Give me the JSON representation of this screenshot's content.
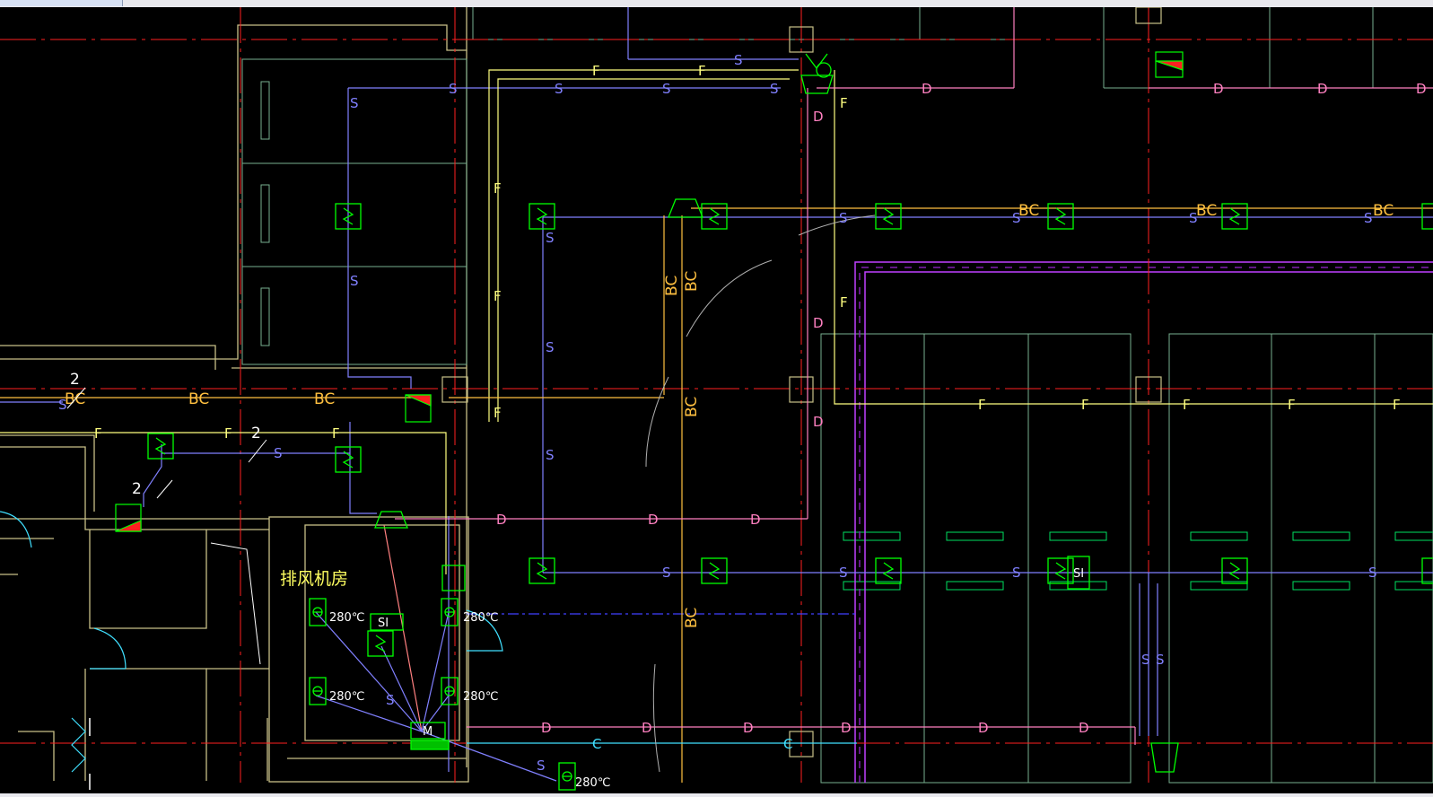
{
  "window": {
    "title_bar_tab": ""
  },
  "room": {
    "name": "排风机房"
  },
  "temps": {
    "damper": "280℃"
  },
  "equipment": {
    "silencer": "SI",
    "motor": "M"
  },
  "codes": {
    "supply": "S",
    "fresh": "F",
    "return": "D",
    "condensate": "BC",
    "chilled": "C",
    "breaker": "2"
  },
  "colors": {
    "background": "#000000",
    "supply_duct": "#8080ff",
    "fresh_duct": "#ffff80",
    "return_duct": "#ff80c0",
    "condensate_pipe": "#ffc040",
    "axis_line": "#ff2020",
    "equipment": "#00ff00",
    "wall": "#c0c080",
    "fire_wall": "#c040ff",
    "grid": "#80c0a0"
  }
}
